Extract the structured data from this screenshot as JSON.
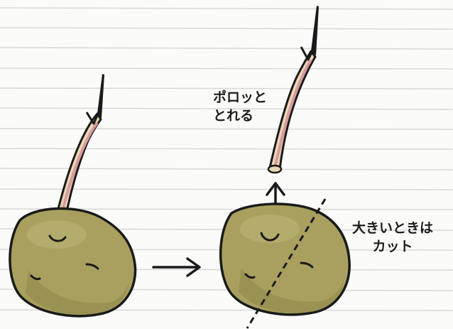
{
  "labels": {
    "sprout_note": [
      "ポロッと",
      "とれる"
    ],
    "cut_note": [
      "大きいときは",
      "カット"
    ]
  },
  "colors": {
    "paper": "#fbfbf9",
    "ruled_line": "#d8d8d8",
    "potato_fill": "#a9a05f",
    "potato_shadow": "#8e8648",
    "potato_highlight": "#bfb77a",
    "outline": "#1a1a1a",
    "sprout_fill": "#e9d9b4",
    "sprout_pink": "#d99aa0"
  },
  "icons": {
    "arrow_between": "right-arrow-icon",
    "arrow_up": "up-arrow-icon"
  }
}
